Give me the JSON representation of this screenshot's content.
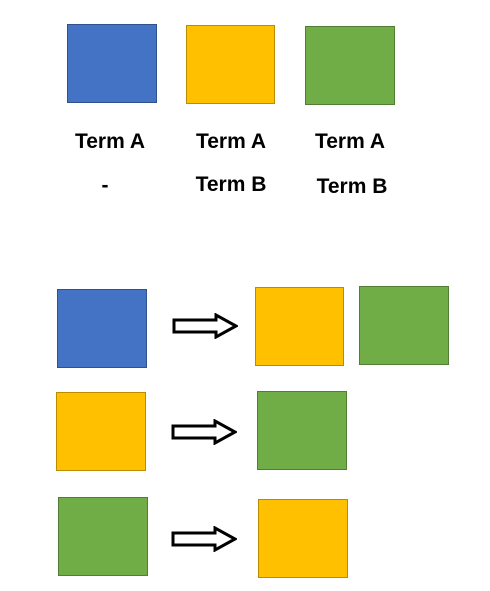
{
  "legend": {
    "blue": {
      "color": "#4472c4",
      "line1": "Term A",
      "line2": "-"
    },
    "yellow": {
      "color": "#ffc000",
      "line1": "Term A",
      "line2": "Term B"
    },
    "green": {
      "color": "#70ad47",
      "line1": "Term A",
      "line2": "Term B"
    }
  },
  "transitions": [
    {
      "from": "blue",
      "to": [
        "yellow",
        "green"
      ]
    },
    {
      "from": "yellow",
      "to": [
        "green"
      ]
    },
    {
      "from": "green",
      "to": [
        "yellow"
      ]
    }
  ],
  "icons": {
    "arrow": "hollow-right-arrow-icon"
  }
}
